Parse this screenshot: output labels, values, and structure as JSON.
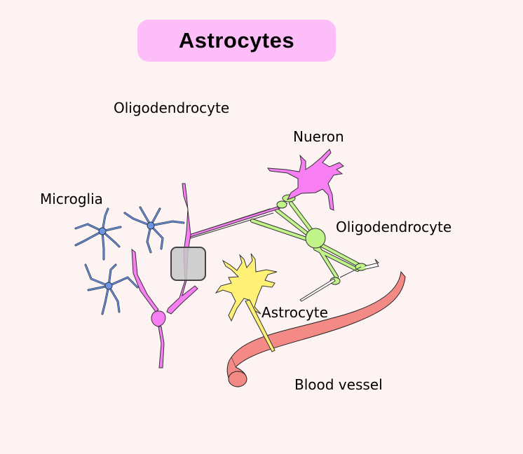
{
  "title": "Astrocytes",
  "labels": {
    "oligodendrocyte_top": "Oligodendrocyte",
    "neuron": "Nueron",
    "microglia": "Microglia",
    "oligodendrocyte_right": "Oligodendrocyte",
    "astrocyte": "Astrocyte",
    "blood_vessel": "Blood vessel"
  },
  "colors": {
    "background": "#fef3f3",
    "title_box": "#fdbdf8",
    "neuron": "#f77ef3",
    "microglia": "#6e94e0",
    "oligodendrocyte": "#c1f58a",
    "astrocyte": "#fff176",
    "blood_vessel": "#f48a85",
    "highlight_box": "#c8c8c8"
  }
}
